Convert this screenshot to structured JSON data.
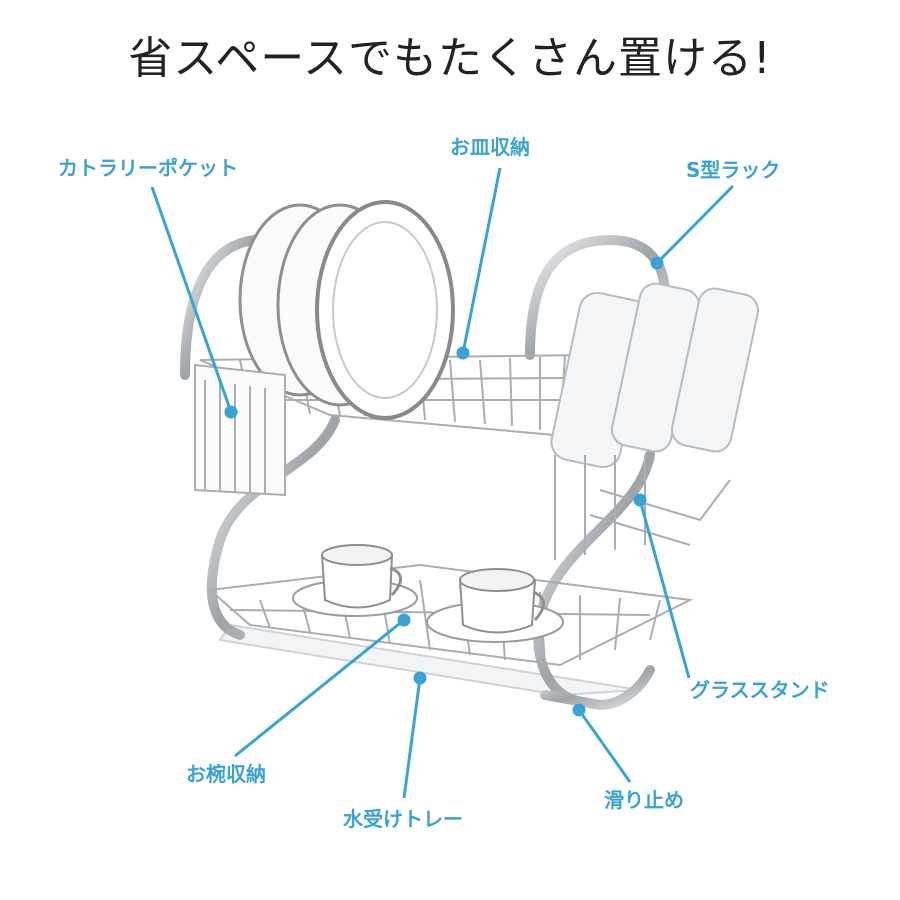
{
  "headline": "省スペースでもたくさん置ける!",
  "colors": {
    "callout": "#3aa3d3",
    "headline": "#222222",
    "chrome": "#a9aeb3"
  },
  "callouts": {
    "cutlery_pocket": "カトラリーポケット",
    "plate_storage": "お皿収納",
    "s_rack": "S型ラック",
    "glass_stand": "グラススタンド",
    "bowl_storage": "お椀収納",
    "drip_tray": "水受けトレー",
    "anti_slip": "滑り止め"
  }
}
